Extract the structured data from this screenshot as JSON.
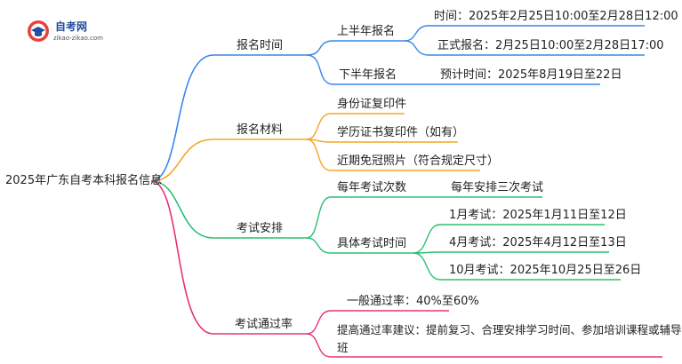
{
  "logo": {
    "name": "自考网",
    "url": "zikao-zikao.com"
  },
  "colors": {
    "blue": "#3a86e8",
    "orange": "#f5a524",
    "green": "#2bbf72",
    "pink": "#e8307a"
  },
  "mindmap": {
    "root": "2025年广东自考本科报名信息",
    "branches": [
      {
        "label": "报名时间",
        "children": [
          {
            "label": "上半年报名",
            "children": [
              "时间：2025年2月25日10:00至2月28日12:00",
              "正式报名：2月25日10:00至2月28日17:00"
            ]
          },
          {
            "label": "下半年报名",
            "children": [
              "预计时间：2025年8月19日至22日"
            ]
          }
        ]
      },
      {
        "label": "报名材料",
        "children": [
          "身份证复印件",
          "学历证书复印件（如有）",
          "近期免冠照片（符合规定尺寸）"
        ]
      },
      {
        "label": "考试安排",
        "children": [
          {
            "label": "每年考试次数",
            "children": [
              "每年安排三次考试"
            ]
          },
          {
            "label": "具体考试时间",
            "children": [
              "1月考试：2025年1月11日至12日",
              "4月考试：2025年4月12日至13日",
              "10月考试：2025年10月25日至26日"
            ]
          }
        ]
      },
      {
        "label": "考试通过率",
        "children": [
          "一般通过率：40%至60%",
          {
            "line1": "提高通过率建议：提前复习、合理安排学习时间、参加培训课程或辅导",
            "line2": "班"
          }
        ]
      }
    ]
  }
}
